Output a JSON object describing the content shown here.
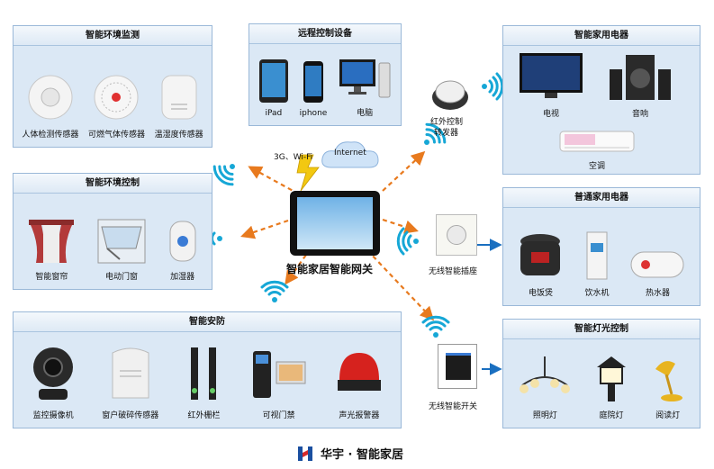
{
  "panels": {
    "env_monitor": {
      "title": "智能环境监测",
      "items": [
        "人体检测传感器",
        "可燃气体传感器",
        "温湿度传感器"
      ]
    },
    "remote": {
      "title": "远程控制设备",
      "items": [
        "iPad",
        "iphone",
        "电脑"
      ]
    },
    "appliances": {
      "title": "智能家用电器",
      "items": [
        "电视",
        "音响",
        "空调"
      ]
    },
    "env_control": {
      "title": "智能环境控制",
      "items": [
        "智能窗帘",
        "电动门窗",
        "加湿器"
      ]
    },
    "common": {
      "title": "普通家用电器",
      "items": [
        "电饭煲",
        "饮水机",
        "热水器"
      ]
    },
    "security": {
      "title": "智能安防",
      "items": [
        "监控摄像机",
        "窗户破碎传感器",
        "红外栅栏",
        "可视门禁",
        "声光报警器"
      ]
    },
    "lighting": {
      "title": "智能灯光控制",
      "items": [
        "照明灯",
        "庭院灯",
        "阅读灯"
      ]
    }
  },
  "center": {
    "gateway_label": "智能家居智能网关",
    "network_label": "3G、Wi-Fi",
    "internet_label": "Internet",
    "ir_label_line1": "红外控制",
    "ir_label_line2": "转发器",
    "socket_label": "无线智能插座",
    "switch_label": "无线智能开关"
  },
  "brand": {
    "name": "华宇 · 智能家居"
  },
  "colors": {
    "panel_bg": "#dbe8f5",
    "panel_border": "#9ab8d8",
    "arrow": "#e87a1e",
    "wifi": "#16a7d6",
    "link": "#1a6fc0"
  }
}
